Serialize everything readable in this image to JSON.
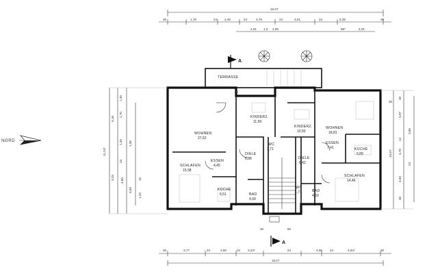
{
  "title": "",
  "north_label": "NORD",
  "section_marker": "A",
  "terrace_label": "TERRASSE",
  "dims": {
    "top_total": "19,07",
    "bottom_total": "19,07",
    "top_row": [
      "30",
      "1,78",
      "24",
      "2,45",
      "24",
      "3,79",
      "24",
      "3,01",
      "24",
      "5,35",
      "30"
    ],
    "top_sub": [
      "2,01",
      "1,0",
      "1,95",
      "88⁵",
      "2,01"
    ],
    "bottom_row": [
      "30",
      "3,77",
      "24",
      "3,50",
      "24",
      "3,23⁵",
      "24",
      "2,05",
      "24",
      "3,94⁵",
      "30"
    ],
    "left_col": [
      "1,45",
      "2,70",
      "5,16",
      "1,45",
      "11,24⁵",
      "1,05",
      "3,25",
      "24",
      "4,80",
      "3,50",
      "1,20",
      "10"
    ],
    "right_col": [
      "30",
      "3,97",
      "3,85",
      "24",
      "10,67",
      "3,70",
      "24",
      "3,50",
      "30"
    ]
  },
  "rooms": [
    {
      "name": "WOHNEN",
      "area": "27,52"
    },
    {
      "name": "KINDERZ.",
      "area": "11,59"
    },
    {
      "name": "KINDERZ.",
      "area": "10,50"
    },
    {
      "name": "WOHNEN",
      "area": "18,81"
    },
    {
      "name": "ESSEN",
      "area": "4,45"
    },
    {
      "name": "DIELE",
      "area": "8,88"
    },
    {
      "name": "WC",
      "area": "1,71"
    },
    {
      "name": "DIELE",
      "area": "6,42"
    },
    {
      "name": "ESSEN",
      "area": "7,41"
    },
    {
      "name": "KÜCHE",
      "area": "6,89"
    },
    {
      "name": "SCHLAFEN",
      "area": "15,58"
    },
    {
      "name": "KÜCHE",
      "area": "6,51"
    },
    {
      "name": "BAD",
      "area": "4,99"
    },
    {
      "name": "WC",
      "area": "1,71"
    },
    {
      "name": "BAD",
      "area": "4,69"
    },
    {
      "name": "SCHLAFEN",
      "area": "14,46"
    }
  ],
  "misc_numbers": [
    "30",
    "60",
    "30",
    "30"
  ]
}
